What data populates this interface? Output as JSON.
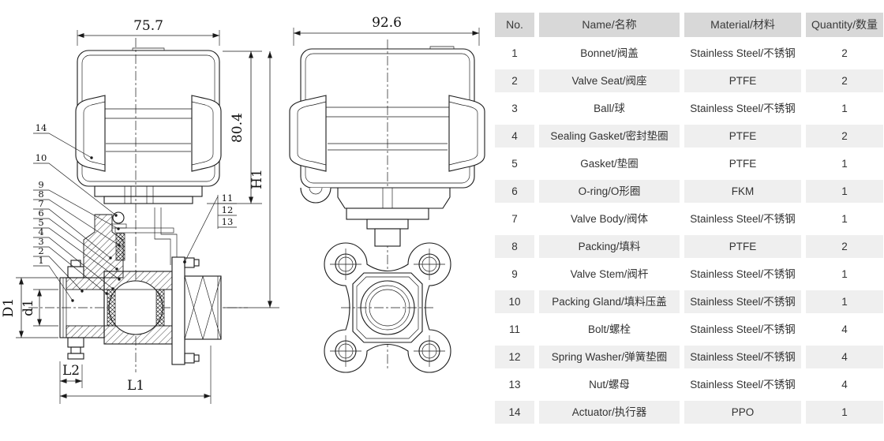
{
  "drawing": {
    "line_color": "#1a1a1a",
    "left_view": {
      "dim_width": "75.7",
      "dim_height": "80.4",
      "dim_total_height": "H1",
      "dim_outer_diameter": "D1",
      "dim_bore_diameter": "d1",
      "dim_thread_length": "L2",
      "dim_total_length": "L1",
      "callouts_left": [
        "14",
        "10",
        "9",
        "8",
        "7",
        "6",
        "5",
        "4",
        "3",
        "2",
        "1"
      ],
      "callouts_right": [
        "11",
        "12",
        "13"
      ]
    },
    "front_view": {
      "dim_width": "92.6"
    }
  },
  "table": {
    "header_bg": "#d8d8d8",
    "stripe_bg": "#efefef",
    "columns": [
      "No.",
      "Name/名称",
      "Material/材料",
      "Quantity/数量"
    ],
    "rows": [
      [
        "1",
        "Bonnet/阀盖",
        "Stainless Steel/不锈钢",
        "2"
      ],
      [
        "2",
        "Valve Seat/阀座",
        "PTFE",
        "2"
      ],
      [
        "3",
        "Ball/球",
        "Stainless Steel/不锈钢",
        "1"
      ],
      [
        "4",
        "Sealing Gasket/密封垫圈",
        "PTFE",
        "2"
      ],
      [
        "5",
        "Gasket/垫圈",
        "PTFE",
        "1"
      ],
      [
        "6",
        "O-ring/O形圈",
        "FKM",
        "1"
      ],
      [
        "7",
        "Valve Body/阀体",
        "Stainless Steel/不锈钢",
        "1"
      ],
      [
        "8",
        "Packing/填料",
        "PTFE",
        "2"
      ],
      [
        "9",
        "Valve Stem/阀杆",
        "Stainless Steel/不锈钢",
        "1"
      ],
      [
        "10",
        "Packing Gland/填料压盖",
        "Stainless Steel/不锈钢",
        "1"
      ],
      [
        "11",
        "Bolt/螺栓",
        "Stainless Steel/不锈钢",
        "4"
      ],
      [
        "12",
        "Spring Washer/弹簧垫圈",
        "Stainless Steel/不锈钢",
        "4"
      ],
      [
        "13",
        "Nut/螺母",
        "Stainless Steel/不锈钢",
        "4"
      ],
      [
        "14",
        "Actuator/执行器",
        "PPO",
        "1"
      ]
    ]
  }
}
